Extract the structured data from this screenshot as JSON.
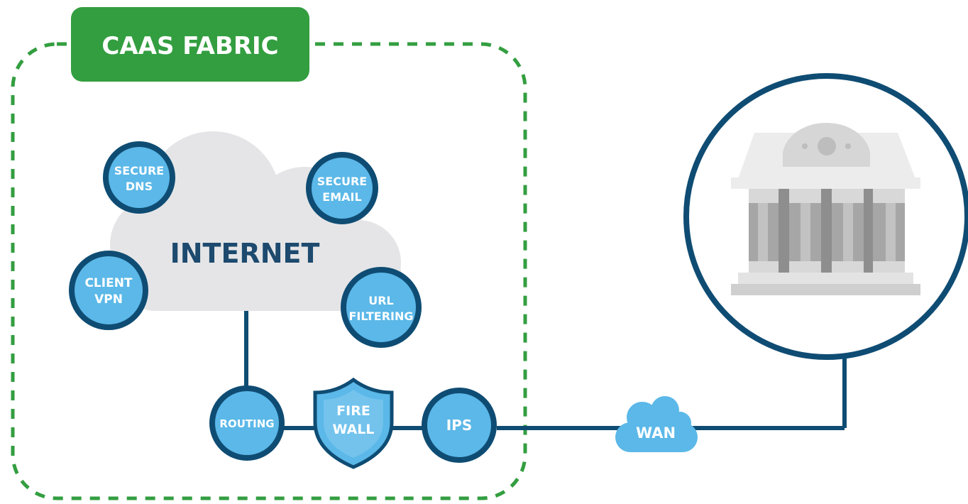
{
  "title": "CAAS FABRIC",
  "cloud_label": "INTERNET",
  "services": {
    "secure_dns": [
      "SECURE",
      "DNS"
    ],
    "secure_email": [
      "SECURE",
      "EMAIL"
    ],
    "client_vpn": [
      "CLIENT",
      "VPN"
    ],
    "url_filtering": [
      "URL",
      "FILTERING"
    ]
  },
  "chain": {
    "routing": "ROUTING",
    "firewall": [
      "FIRE",
      "WALL"
    ],
    "ips": "IPS",
    "wan": "WAN"
  },
  "colors": {
    "fabric_green": "#339e40",
    "navy": "#0f4c73",
    "node_blue": "#5bb8e8",
    "cloud_gray": "#e5e5e7",
    "building_gray": "#b4b4b4"
  },
  "icons": {
    "destination": "bank-building-icon",
    "firewall": "shield-icon",
    "wan": "cloud-icon"
  }
}
